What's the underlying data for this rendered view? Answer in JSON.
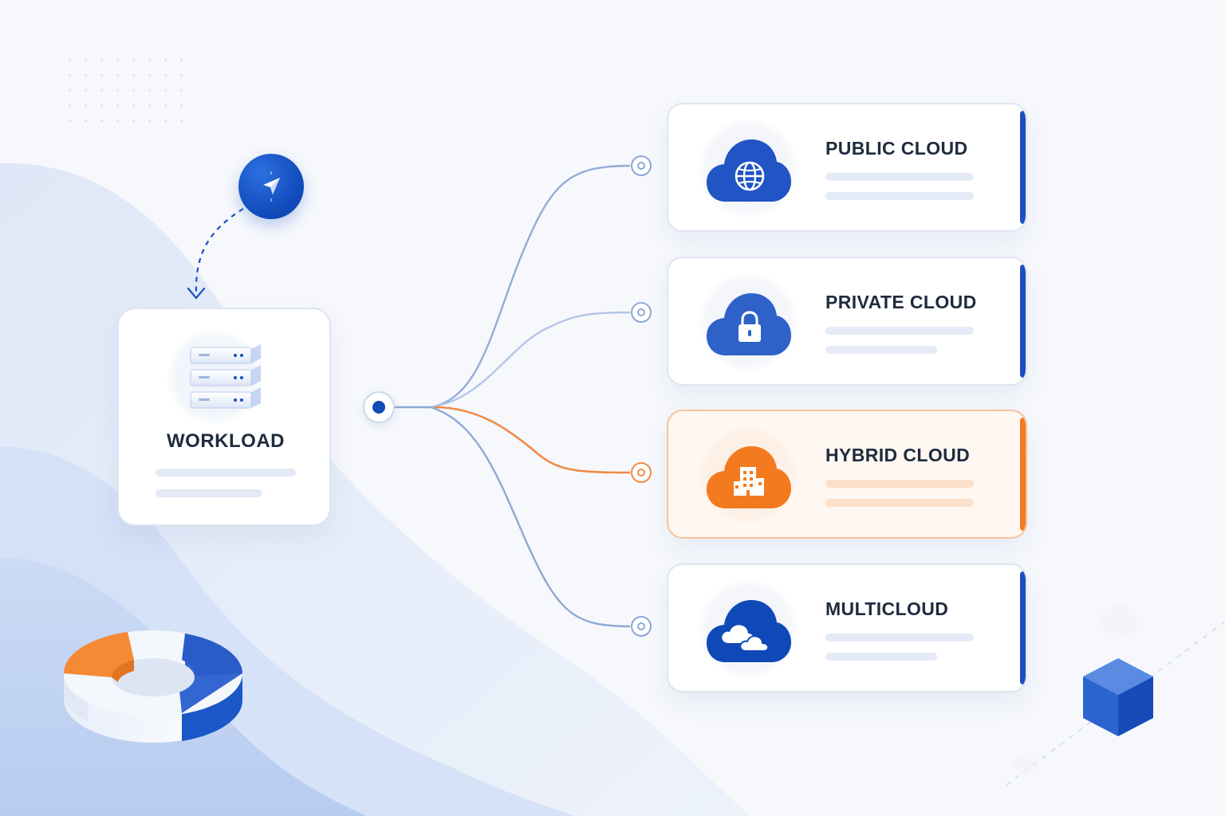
{
  "workload": {
    "title": "WORKLOAD"
  },
  "targets": [
    {
      "title": "PUBLIC CLOUD",
      "icon": "globe-icon",
      "highlighted": false
    },
    {
      "title": "PRIVATE CLOUD",
      "icon": "lock-icon",
      "highlighted": false
    },
    {
      "title": "HYBRID CLOUD",
      "icon": "building-icon",
      "highlighted": true
    },
    {
      "title": "MULTICLOUD",
      "icon": "clouds-icon",
      "highlighted": false
    }
  ],
  "colors": {
    "primary": "#124bb8",
    "accent": "#f47a1f",
    "connector": "#8ea8d6",
    "text": "#1f2b3d"
  }
}
